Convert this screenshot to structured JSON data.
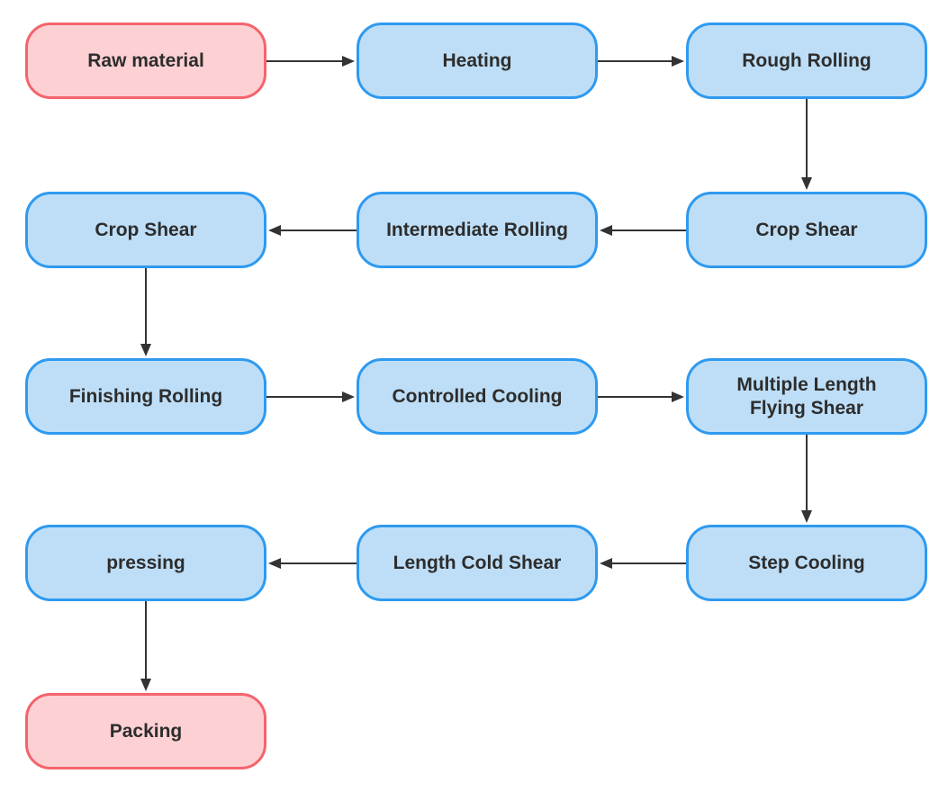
{
  "diagram": {
    "type": "flowchart",
    "background": "#ffffff",
    "styles": {
      "process_fill": "#bedef7",
      "process_border": "#2e9af0",
      "terminal_fill": "#fdd0d4",
      "terminal_border": "#f4646c",
      "arrow_color": "#333333",
      "text_color": "#2d2d2d"
    },
    "nodes": [
      {
        "id": "raw-material",
        "label": "Raw material",
        "type": "terminal"
      },
      {
        "id": "heating",
        "label": "Heating",
        "type": "process"
      },
      {
        "id": "rough-rolling",
        "label": "Rough Rolling",
        "type": "process"
      },
      {
        "id": "crop-shear-1",
        "label": "Crop Shear",
        "type": "process"
      },
      {
        "id": "intermediate-rolling",
        "label": "Intermediate Rolling",
        "type": "process"
      },
      {
        "id": "crop-shear-2",
        "label": "Crop Shear",
        "type": "process"
      },
      {
        "id": "finishing-rolling",
        "label": "Finishing Rolling",
        "type": "process"
      },
      {
        "id": "controlled-cooling",
        "label": "Controlled Cooling",
        "type": "process"
      },
      {
        "id": "multiple-length-flying-shear",
        "label": "Multiple Length Flying Shear",
        "type": "process"
      },
      {
        "id": "pressing",
        "label": "pressing",
        "type": "process"
      },
      {
        "id": "length-cold-shear",
        "label": "Length Cold Shear",
        "type": "process"
      },
      {
        "id": "step-cooling",
        "label": "Step Cooling",
        "type": "process"
      },
      {
        "id": "packing",
        "label": "Packing",
        "type": "terminal"
      }
    ],
    "edges": [
      {
        "from": "raw-material",
        "to": "heating",
        "direction": "right"
      },
      {
        "from": "heating",
        "to": "rough-rolling",
        "direction": "right"
      },
      {
        "from": "rough-rolling",
        "to": "crop-shear-2",
        "direction": "down"
      },
      {
        "from": "crop-shear-2",
        "to": "intermediate-rolling",
        "direction": "left"
      },
      {
        "from": "intermediate-rolling",
        "to": "crop-shear-1",
        "direction": "left"
      },
      {
        "from": "crop-shear-1",
        "to": "finishing-rolling",
        "direction": "down"
      },
      {
        "from": "finishing-rolling",
        "to": "controlled-cooling",
        "direction": "right"
      },
      {
        "from": "controlled-cooling",
        "to": "multiple-length-flying-shear",
        "direction": "right"
      },
      {
        "from": "multiple-length-flying-shear",
        "to": "step-cooling",
        "direction": "down"
      },
      {
        "from": "step-cooling",
        "to": "length-cold-shear",
        "direction": "left"
      },
      {
        "from": "length-cold-shear",
        "to": "pressing",
        "direction": "left"
      },
      {
        "from": "pressing",
        "to": "packing",
        "direction": "down"
      }
    ]
  }
}
